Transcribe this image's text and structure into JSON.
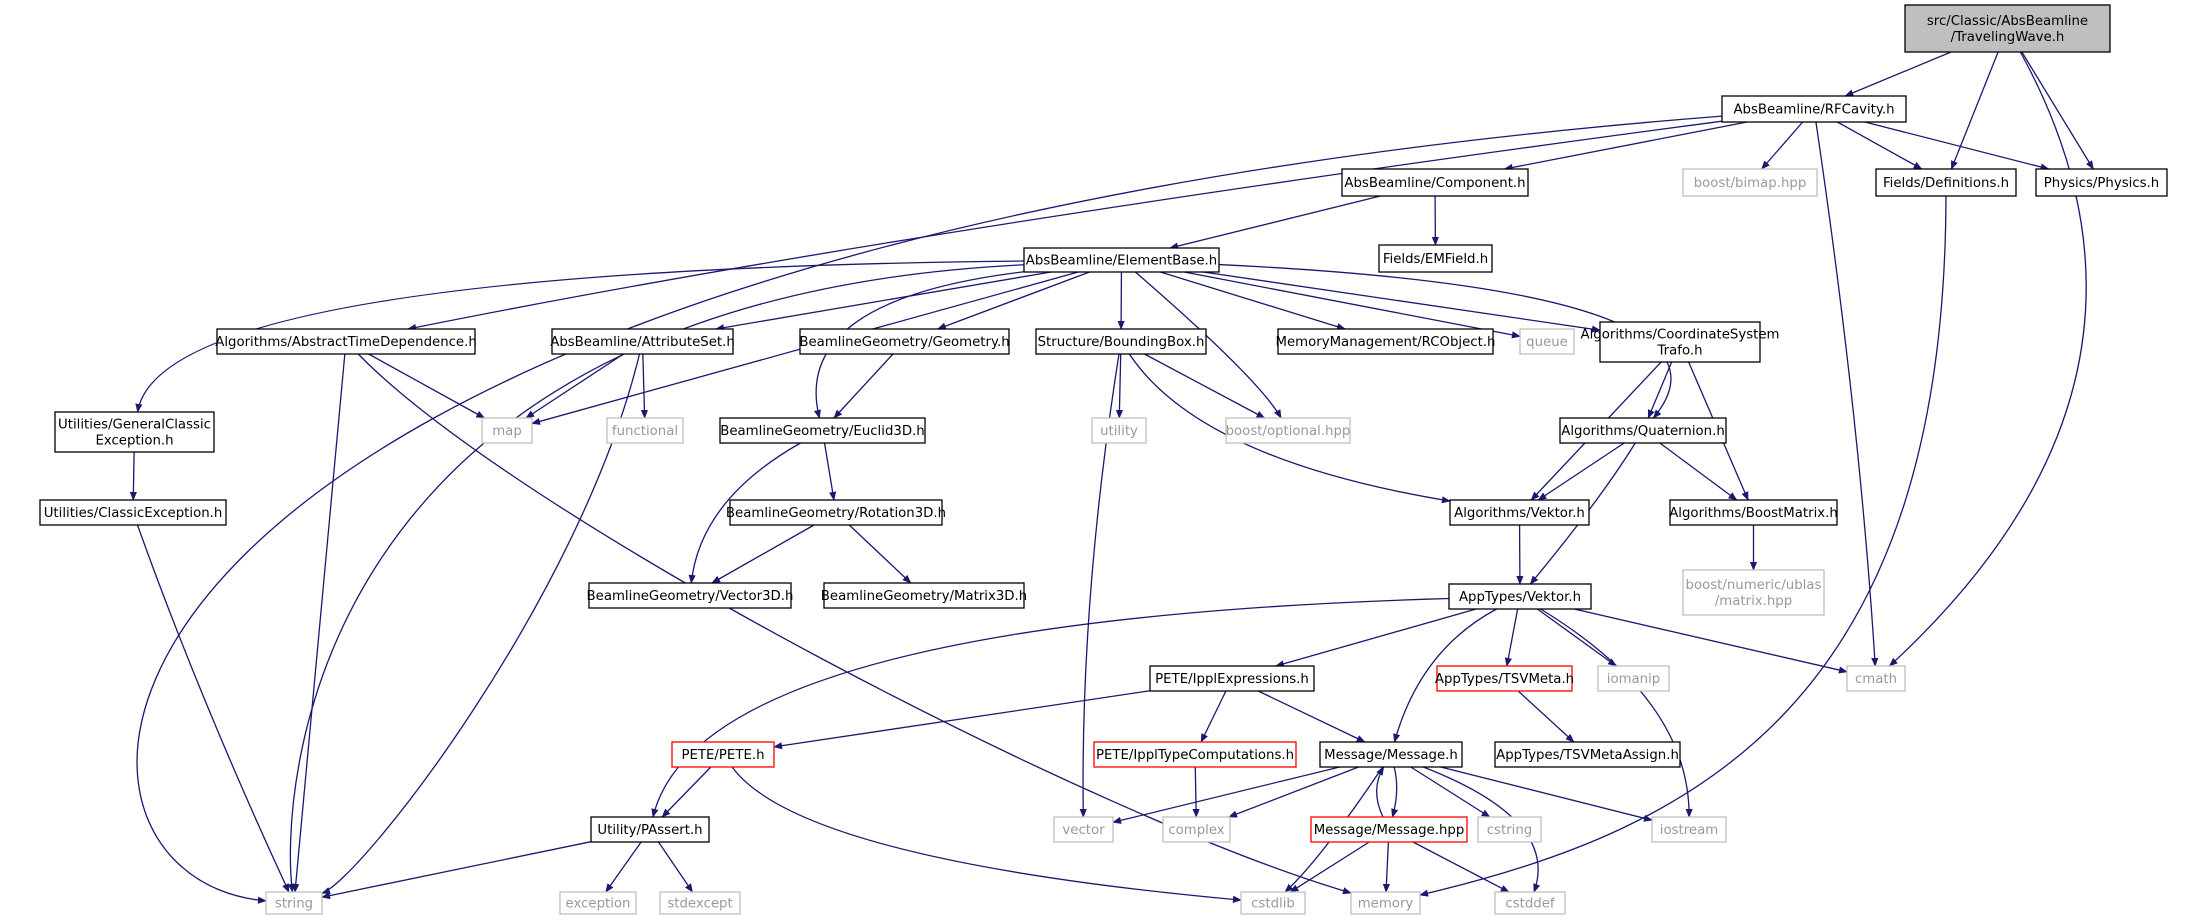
{
  "colors": {
    "edge": "#191970",
    "border_normal": "#000000",
    "border_system": "#bfbfbf",
    "border_incomplete": "#ff0000",
    "fill_root": "#bfbfbf",
    "fill_normal": "#ffffff",
    "text_system": "#999999"
  },
  "nodes": [
    {
      "id": "root",
      "lines": [
        "src/Classic/AbsBeamline",
        "/TravelingWave.h"
      ],
      "kind": "root"
    },
    {
      "id": "rfcavity",
      "lines": [
        "AbsBeamline/RFCavity.h"
      ],
      "kind": "normal"
    },
    {
      "id": "component",
      "lines": [
        "AbsBeamline/Component.h"
      ],
      "kind": "normal"
    },
    {
      "id": "bimap",
      "lines": [
        "boost/bimap.hpp"
      ],
      "kind": "system"
    },
    {
      "id": "definitions",
      "lines": [
        "Fields/Definitions.h"
      ],
      "kind": "normal"
    },
    {
      "id": "physics",
      "lines": [
        "Physics/Physics.h"
      ],
      "kind": "normal"
    },
    {
      "id": "emfield",
      "lines": [
        "Fields/EMField.h"
      ],
      "kind": "normal"
    },
    {
      "id": "elementbase",
      "lines": [
        "AbsBeamline/ElementBase.h"
      ],
      "kind": "normal"
    },
    {
      "id": "abstime",
      "lines": [
        "Algorithms/AbstractTimeDependence.h"
      ],
      "kind": "normal"
    },
    {
      "id": "attributeset",
      "lines": [
        "AbsBeamline/AttributeSet.h"
      ],
      "kind": "normal"
    },
    {
      "id": "geometry",
      "lines": [
        "BeamlineGeometry/Geometry.h"
      ],
      "kind": "normal"
    },
    {
      "id": "boundingbox",
      "lines": [
        "Structure/BoundingBox.h"
      ],
      "kind": "normal"
    },
    {
      "id": "rcobject",
      "lines": [
        "MemoryManagement/RCObject.h"
      ],
      "kind": "normal"
    },
    {
      "id": "queue",
      "lines": [
        "queue"
      ],
      "kind": "system"
    },
    {
      "id": "cstrafo",
      "lines": [
        "Algorithms/CoordinateSystem",
        "Trafo.h"
      ],
      "kind": "normal"
    },
    {
      "id": "gce",
      "lines": [
        "Utilities/GeneralClassic",
        "Exception.h"
      ],
      "kind": "normal"
    },
    {
      "id": "map",
      "lines": [
        "map"
      ],
      "kind": "system"
    },
    {
      "id": "functional",
      "lines": [
        "functional"
      ],
      "kind": "system"
    },
    {
      "id": "euclid3d",
      "lines": [
        "BeamlineGeometry/Euclid3D.h"
      ],
      "kind": "normal"
    },
    {
      "id": "utility",
      "lines": [
        "utility"
      ],
      "kind": "system"
    },
    {
      "id": "optional",
      "lines": [
        "boost/optional.hpp"
      ],
      "kind": "system"
    },
    {
      "id": "quaternion",
      "lines": [
        "Algorithms/Quaternion.h"
      ],
      "kind": "normal"
    },
    {
      "id": "classicexc",
      "lines": [
        "Utilities/ClassicException.h"
      ],
      "kind": "normal"
    },
    {
      "id": "rotation3d",
      "lines": [
        "BeamlineGeometry/Rotation3D.h"
      ],
      "kind": "normal"
    },
    {
      "id": "algvektor",
      "lines": [
        "Algorithms/Vektor.h"
      ],
      "kind": "normal"
    },
    {
      "id": "boostmatrix",
      "lines": [
        "Algorithms/BoostMatrix.h"
      ],
      "kind": "normal"
    },
    {
      "id": "vector3d",
      "lines": [
        "BeamlineGeometry/Vector3D.h"
      ],
      "kind": "normal"
    },
    {
      "id": "matrix3d",
      "lines": [
        "BeamlineGeometry/Matrix3D.h"
      ],
      "kind": "normal"
    },
    {
      "id": "ublasmatrix",
      "lines": [
        "boost/numeric/ublas",
        "/matrix.hpp"
      ],
      "kind": "system"
    },
    {
      "id": "appvektor",
      "lines": [
        "AppTypes/Vektor.h"
      ],
      "kind": "normal"
    },
    {
      "id": "ipplexpr",
      "lines": [
        "PETE/IpplExpressions.h"
      ],
      "kind": "normal"
    },
    {
      "id": "tsvmeta",
      "lines": [
        "AppTypes/TSVMeta.h"
      ],
      "kind": "incomplete"
    },
    {
      "id": "iomanip",
      "lines": [
        "iomanip"
      ],
      "kind": "system"
    },
    {
      "id": "cmath",
      "lines": [
        "cmath"
      ],
      "kind": "system"
    },
    {
      "id": "pete",
      "lines": [
        "PETE/PETE.h"
      ],
      "kind": "incomplete"
    },
    {
      "id": "ippltypecomp",
      "lines": [
        "PETE/IpplTypeComputations.h"
      ],
      "kind": "incomplete"
    },
    {
      "id": "message",
      "lines": [
        "Message/Message.h"
      ],
      "kind": "normal"
    },
    {
      "id": "tsvmetaassign",
      "lines": [
        "AppTypes/TSVMetaAssign.h"
      ],
      "kind": "normal"
    },
    {
      "id": "passert",
      "lines": [
        "Utility/PAssert.h"
      ],
      "kind": "normal"
    },
    {
      "id": "vector",
      "lines": [
        "vector"
      ],
      "kind": "system"
    },
    {
      "id": "complex",
      "lines": [
        "complex"
      ],
      "kind": "system"
    },
    {
      "id": "messagehpp",
      "lines": [
        "Message/Message.hpp"
      ],
      "kind": "incomplete"
    },
    {
      "id": "cstring",
      "lines": [
        "cstring"
      ],
      "kind": "system"
    },
    {
      "id": "iostream",
      "lines": [
        "iostream"
      ],
      "kind": "system"
    },
    {
      "id": "string",
      "lines": [
        "string"
      ],
      "kind": "system"
    },
    {
      "id": "exception",
      "lines": [
        "exception"
      ],
      "kind": "system"
    },
    {
      "id": "stdexcept",
      "lines": [
        "stdexcept"
      ],
      "kind": "system"
    },
    {
      "id": "cstdlib",
      "lines": [
        "cstdlib"
      ],
      "kind": "system"
    },
    {
      "id": "memory",
      "lines": [
        "memory"
      ],
      "kind": "system"
    },
    {
      "id": "cstddef",
      "lines": [
        "cstddef"
      ],
      "kind": "system"
    }
  ],
  "edges": [
    [
      "root",
      "rfcavity"
    ],
    [
      "root",
      "definitions"
    ],
    [
      "root",
      "physics"
    ],
    [
      "root",
      "cmath"
    ],
    [
      "rfcavity",
      "string"
    ],
    [
      "rfcavity",
      "abstime"
    ],
    [
      "rfcavity",
      "component"
    ],
    [
      "rfcavity",
      "bimap"
    ],
    [
      "rfcavity",
      "definitions"
    ],
    [
      "rfcavity",
      "physics"
    ],
    [
      "rfcavity",
      "cmath"
    ],
    [
      "component",
      "elementbase"
    ],
    [
      "component",
      "emfield"
    ],
    [
      "definitions",
      "memory"
    ],
    [
      "elementbase",
      "gce"
    ],
    [
      "elementbase",
      "string"
    ],
    [
      "elementbase",
      "map"
    ],
    [
      "elementbase",
      "attributeset"
    ],
    [
      "elementbase",
      "euclid3d"
    ],
    [
      "elementbase",
      "geometry"
    ],
    [
      "elementbase",
      "boundingbox"
    ],
    [
      "elementbase",
      "optional"
    ],
    [
      "elementbase",
      "rcobject"
    ],
    [
      "elementbase",
      "queue"
    ],
    [
      "elementbase",
      "cstrafo"
    ],
    [
      "elementbase",
      "quaternion"
    ],
    [
      "abstime",
      "map"
    ],
    [
      "abstime",
      "string"
    ],
    [
      "abstime",
      "memory"
    ],
    [
      "attributeset",
      "map"
    ],
    [
      "attributeset",
      "functional"
    ],
    [
      "attributeset",
      "string"
    ],
    [
      "geometry",
      "euclid3d"
    ],
    [
      "boundingbox",
      "utility"
    ],
    [
      "boundingbox",
      "vector"
    ],
    [
      "boundingbox",
      "optional"
    ],
    [
      "boundingbox",
      "algvektor"
    ],
    [
      "cstrafo",
      "quaternion"
    ],
    [
      "cstrafo",
      "algvektor"
    ],
    [
      "cstrafo",
      "boostmatrix"
    ],
    [
      "gce",
      "classicexc"
    ],
    [
      "euclid3d",
      "rotation3d"
    ],
    [
      "euclid3d",
      "vector3d"
    ],
    [
      "quaternion",
      "algvektor"
    ],
    [
      "quaternion",
      "boostmatrix"
    ],
    [
      "quaternion",
      "appvektor"
    ],
    [
      "classicexc",
      "string"
    ],
    [
      "rotation3d",
      "vector3d"
    ],
    [
      "rotation3d",
      "matrix3d"
    ],
    [
      "algvektor",
      "appvektor"
    ],
    [
      "boostmatrix",
      "ublasmatrix"
    ],
    [
      "appvektor",
      "passert"
    ],
    [
      "appvektor",
      "ipplexpr"
    ],
    [
      "appvektor",
      "message"
    ],
    [
      "appvektor",
      "tsvmeta"
    ],
    [
      "appvektor",
      "iomanip"
    ],
    [
      "appvektor",
      "cmath"
    ],
    [
      "appvektor",
      "iostream"
    ],
    [
      "ipplexpr",
      "pete"
    ],
    [
      "ipplexpr",
      "ippltypecomp"
    ],
    [
      "ipplexpr",
      "message"
    ],
    [
      "tsvmeta",
      "tsvmetaassign"
    ],
    [
      "pete",
      "passert"
    ],
    [
      "pete",
      "cstdlib"
    ],
    [
      "ippltypecomp",
      "complex"
    ],
    [
      "message",
      "vector"
    ],
    [
      "message",
      "complex"
    ],
    [
      "message",
      "messagehpp"
    ],
    [
      "message",
      "cstring"
    ],
    [
      "message",
      "iostream"
    ],
    [
      "message",
      "cstdlib"
    ],
    [
      "message",
      "cstddef"
    ],
    [
      "messagehpp",
      "message"
    ],
    [
      "messagehpp",
      "cstdlib"
    ],
    [
      "messagehpp",
      "memory"
    ],
    [
      "messagehpp",
      "cstddef"
    ],
    [
      "passert",
      "string"
    ],
    [
      "passert",
      "exception"
    ],
    [
      "passert",
      "stdexcept"
    ]
  ]
}
